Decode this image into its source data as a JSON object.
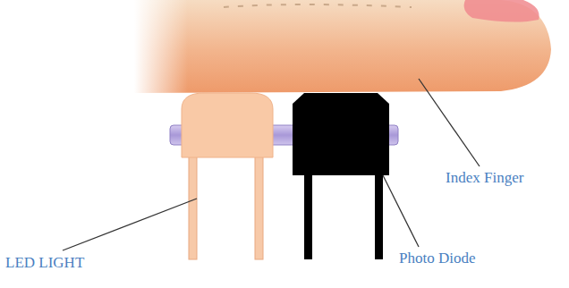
{
  "diagram": {
    "labels": [
      "Index Finger",
      "LED LIGHT",
      "Photo Diode"
    ]
  }
}
